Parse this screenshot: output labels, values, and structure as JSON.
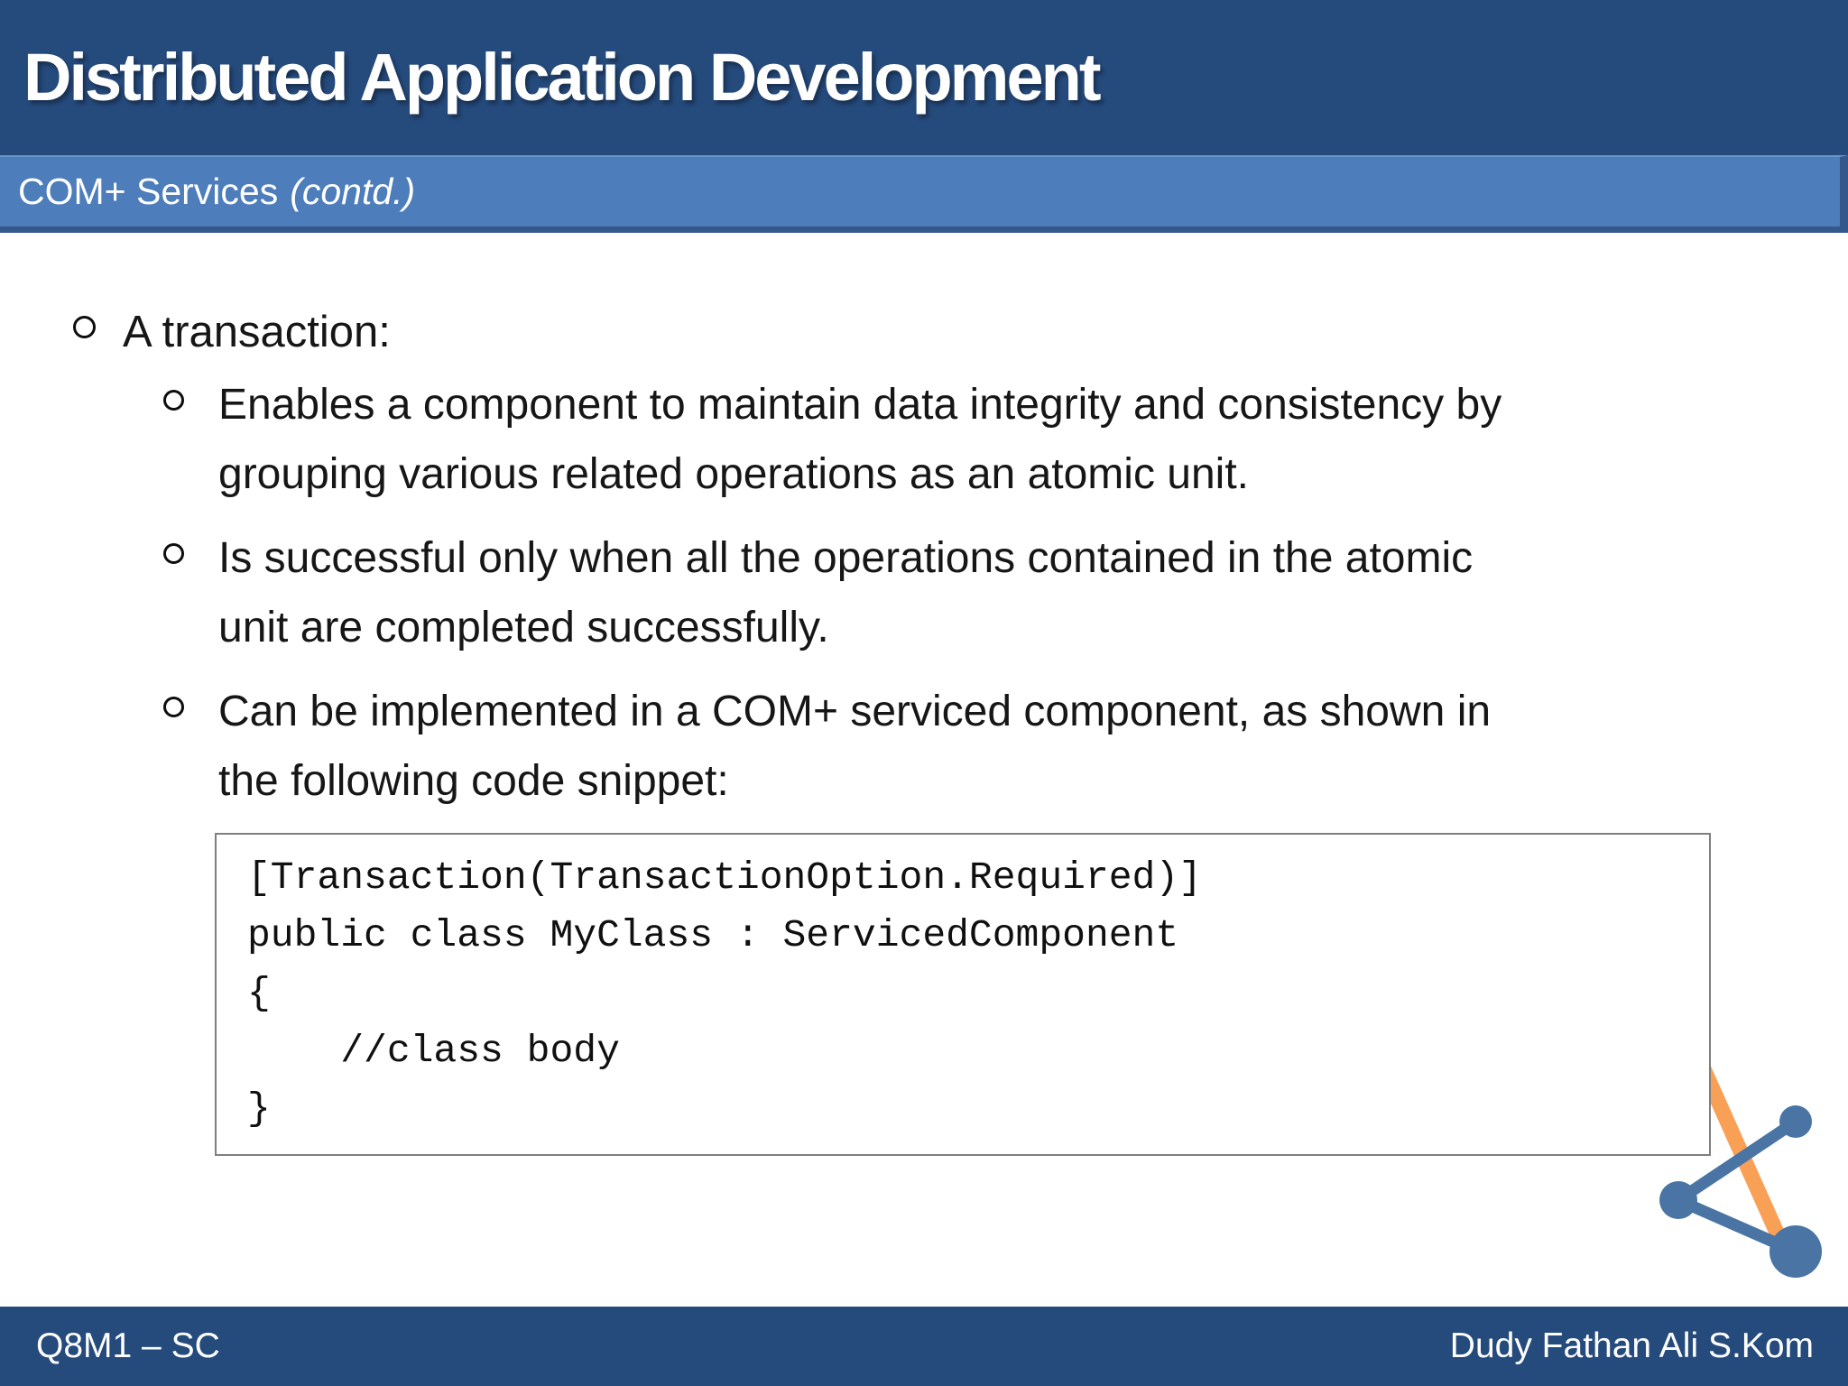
{
  "slide": {
    "title": "Distributed Application Development",
    "subheader": {
      "label": "COM+ Services",
      "contd": "(contd.)"
    },
    "bullets": {
      "level1": "A transaction:",
      "items": [
        "Enables a component to maintain data integrity and consistency by\ngrouping various related operations as an atomic unit.",
        "Is successful only when all the operations contained in the atomic\nunit are completed successfully.",
        "Can be implemented in a COM+ serviced component, as shown in\nthe following code snippet:"
      ]
    },
    "code_snippet": "[Transaction(TransactionOption.Required)]\npublic class MyClass : ServicedComponent\n{\n    //class body\n}",
    "footer": {
      "left": "Q8M1 – SC",
      "right": "Dudy Fathan Ali S.Kom"
    },
    "colors": {
      "title_bar": "#254a7c",
      "subheader_fill": "#4d7dba",
      "subheader_border": "#35588c",
      "footer_bar": "#254a7c",
      "body_text": "#161616",
      "code_border": "#7f7f7f",
      "logo_blue": "#4974a4",
      "logo_orange": "#f9a057",
      "background": "#ffffff"
    },
    "icons": {
      "logo": "network-nodes-logo"
    }
  }
}
